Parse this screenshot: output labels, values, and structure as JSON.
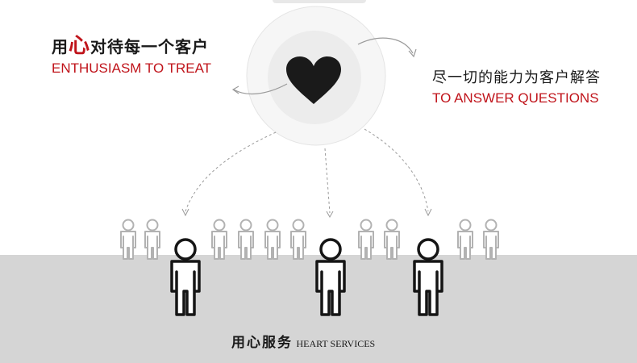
{
  "left_tagline": {
    "cn_prefix": "用",
    "cn_accent": "心",
    "cn_suffix": "对待每一个客户",
    "en": "ENTHUSIASM TO TREAT"
  },
  "right_tagline": {
    "cn": "尽一切的能力为客户解答",
    "en": "TO ANSWER QUESTIONS"
  },
  "footer": {
    "cn": "用心服务",
    "en": "HEART SERVICES"
  },
  "center_icon": "heart-icon",
  "colors": {
    "accent_red": "#c0141b",
    "floor_gray": "#d5d5d5",
    "dark": "#1a1a1a"
  }
}
